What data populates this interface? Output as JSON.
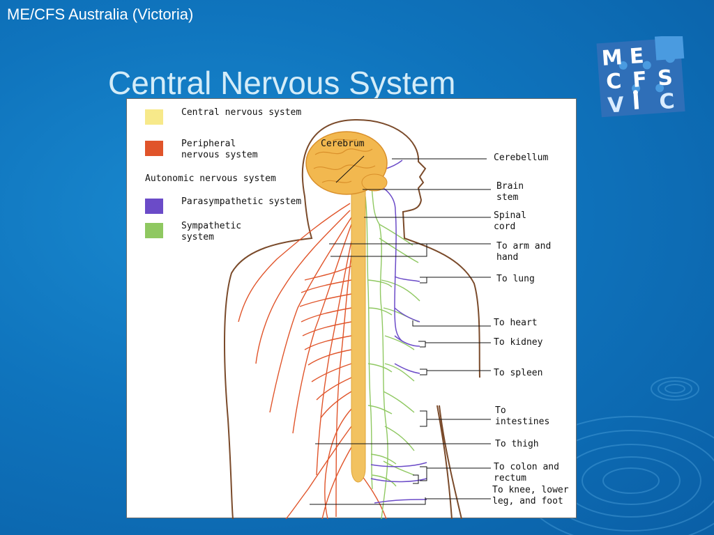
{
  "header": {
    "org_name": "ME/CFS Australia (Victoria)"
  },
  "slide": {
    "title": "Central Nervous System"
  },
  "logo": {
    "letters": [
      "M",
      "E",
      "C",
      "F",
      "S",
      "V",
      "C"
    ],
    "colors": {
      "tile": "#2f6fb8",
      "puzzle": "#4a9be0",
      "letter_light": "#ffffff",
      "letter_dark": "#1a3f86"
    }
  },
  "diagram": {
    "legend": {
      "cns": "Central nervous system",
      "pns": "Peripheral nervous system",
      "ans": "Autonomic nervous system",
      "parasympathetic": "Parasympathetic system",
      "sympathetic": "Sympathetic system"
    },
    "colors": {
      "cns": "#f7e98a",
      "pns": "#e0542a",
      "parasympathetic": "#6b4bc8",
      "sympathetic": "#8fc861",
      "cord": "#f2c260",
      "outline": "#7a4a2a"
    },
    "labels": {
      "cerebrum": "Cerebrum",
      "cerebellum": "Cerebellum",
      "brain_stem": "Brain stem",
      "spinal_cord": "Spinal cord",
      "arm": "To arm and hand",
      "lung": "To lung",
      "heart": "To heart",
      "kidney": "To kidney",
      "spleen": "To spleen",
      "intestines": "To intestines",
      "thigh": "To thigh",
      "colon": "To colon and rectum",
      "knee": "To knee, lower leg, and foot"
    }
  }
}
